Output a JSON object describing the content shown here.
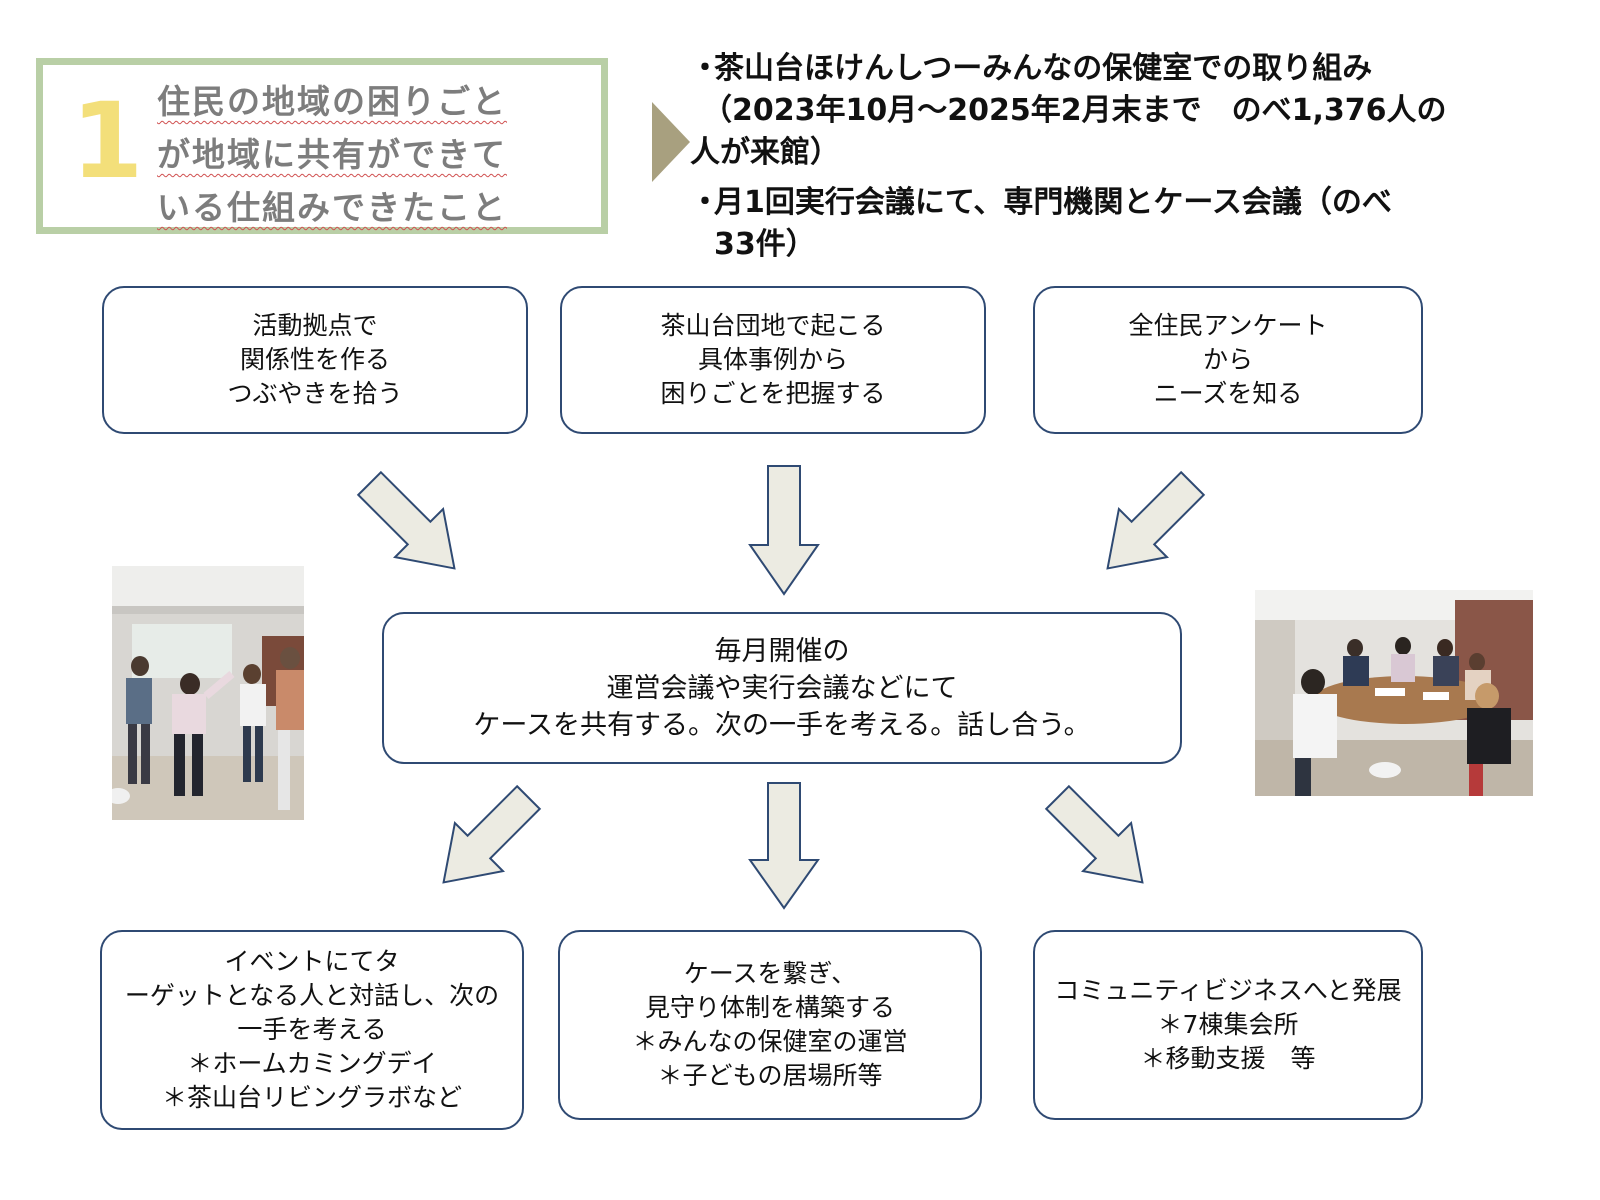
{
  "header": {
    "number": "1",
    "lines": [
      "住民の地域の困りごと",
      "が地域に共有ができて",
      "いる仕組みできたこと"
    ]
  },
  "bullets": [
    {
      "marker": "・",
      "lines": [
        "茶山台ほけんしつーみんなの保健室での取り組み",
        "（2023年10月～2025年2月末まで　のべ1,376人の",
        "人が来館）"
      ]
    },
    {
      "marker": "・",
      "lines": [
        "月1回実行会議にて、専門機関とケース会議（のべ",
        "33件）"
      ]
    }
  ],
  "top_boxes": [
    {
      "lines": [
        "活動拠点で",
        "関係性を作る",
        "つぶやきを拾う"
      ]
    },
    {
      "lines": [
        "茶山台団地で起こる",
        "具体事例から",
        "困りごとを把握する"
      ]
    },
    {
      "lines": [
        "全住民アンケート",
        "から",
        "ニーズを知る"
      ]
    }
  ],
  "center_box": {
    "lines": [
      "毎月開催の",
      "運営会議や実行会議などにて",
      "ケースを共有する。次の一手を考える。話し合う。"
    ]
  },
  "bottom_boxes": [
    {
      "lines": [
        "イベントにてタ",
        "ーゲットとなる人と対話し、次の",
        "一手を考える",
        "＊ホームカミングデイ",
        "＊茶山台リビングラボなど"
      ]
    },
    {
      "lines": [
        "ケースを繋ぎ、",
        "見守り体制を構築する",
        "＊みんなの保健室の運営",
        "＊子どもの居場所等"
      ]
    },
    {
      "lines": [
        "コミュニティビジネスへと発展",
        "＊7棟集会所",
        "＊移動支援　等"
      ]
    }
  ],
  "colors": {
    "header_border": "#b9cfa6",
    "header_number": "#f3df7a",
    "header_text": "#7d7d7d",
    "box_border": "#2f4a73",
    "arrow_fill": "#ecebe2",
    "arrow_stroke": "#2f4a73",
    "pointer": "#a8a07f"
  }
}
